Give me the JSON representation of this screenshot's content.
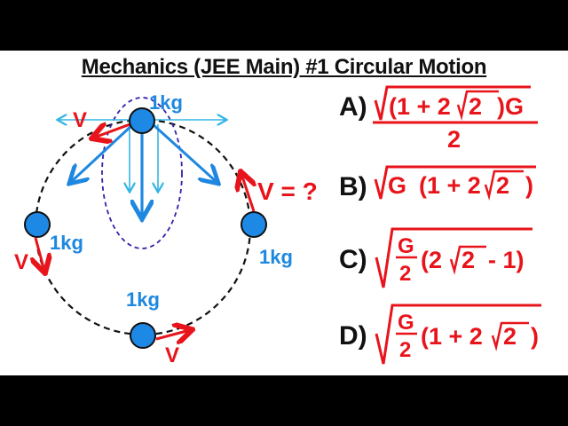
{
  "title": "Mechanics (JEE Main) #1 Circular Motion",
  "colors": {
    "ball": "#1e88e5",
    "velocity": "#e8141b",
    "force": "#1e88e0",
    "light_arrow": "#33b5e5",
    "ellipse": "#3322aa",
    "answer": "#e8141b"
  },
  "diagram": {
    "masses": [
      {
        "position": "top",
        "label": "1kg"
      },
      {
        "position": "left",
        "label": "1kg"
      },
      {
        "position": "right",
        "label": "1kg"
      },
      {
        "position": "bottom",
        "label": "1kg"
      }
    ],
    "velocity_label": "V",
    "question_label": "V = ?"
  },
  "options": [
    {
      "label": "A)",
      "expr": "√((1 + 2√2)G) / 2"
    },
    {
      "label": "B)",
      "expr": "√(G(1 + 2√2))"
    },
    {
      "label": "C)",
      "expr": "√((G/2)(2√2 - 1))"
    },
    {
      "label": "D)",
      "expr": "√((G/2)(1 + 2√2))"
    }
  ],
  "text": {
    "A": {
      "l": "A)",
      "num": "(1 + 2",
      "two": "2",
      "g": ")G",
      "den": "2"
    },
    "B": {
      "l": "B)",
      "g": "G",
      "p": "(1 + 2",
      "two": "2",
      "close": ")"
    },
    "C": {
      "l": "C)",
      "g": "G",
      "den": "2",
      "p": "(2",
      "two": "2",
      "rest": "- 1)"
    },
    "D": {
      "l": "D)",
      "g": "G",
      "den": "2",
      "p": "(1 + 2",
      "two": "2",
      "close": ")"
    }
  }
}
